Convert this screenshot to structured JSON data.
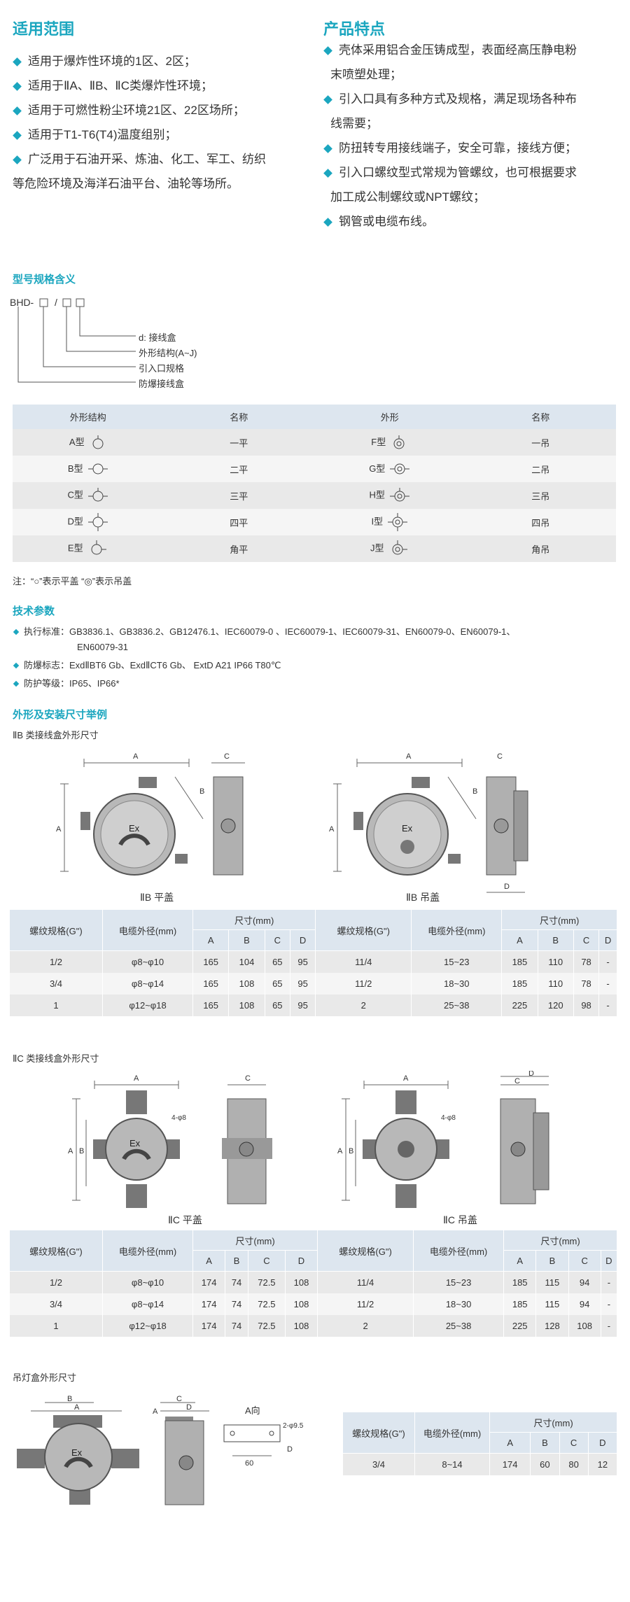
{
  "scope": {
    "title": "适用范围",
    "items": [
      "适用于爆炸性环境的1区、2区；",
      "适用于ⅡA、ⅡB、ⅡC类爆炸性环境；",
      "适用于可燃性粉尘环境21区、22区场所；",
      "适用于T1-T6(T4)温度组别；",
      "广泛用于石油开采、炼油、化工、军工、纺织",
      "等危险环境及海洋石油平台、油轮等场所。"
    ]
  },
  "features": {
    "title": "产品特点",
    "items": [
      "壳体采用铝合金压铸成型，表面经高压静电粉",
      "末喷塑处理；",
      "引入口具有多种方式及规格，满足现场各种布",
      "线需要；",
      "防扭转专用接线端子，安全可靠，接线方便；",
      "引入口螺纹型式常规为管螺纹，也可根据要求",
      "加工成公制螺纹或NPT螺纹；",
      "钢管或电缆布线。"
    ]
  },
  "model": {
    "title": "型号规格含义",
    "code_prefix": "BHD-",
    "code_sep": "/",
    "labels": [
      "d: 接线盒",
      "外形结构(A~J)",
      "引入口规格",
      "防爆接线盒"
    ]
  },
  "type_table": {
    "headers": [
      "外形结构",
      "名称",
      "外形",
      "名称"
    ],
    "rows": [
      [
        "A型",
        "一平",
        "F型",
        "一吊"
      ],
      [
        "B型",
        "二平",
        "G型",
        "二吊"
      ],
      [
        "C型",
        "三平",
        "H型",
        "三吊"
      ],
      [
        "D型",
        "四平",
        "I型",
        "四吊"
      ],
      [
        "E型",
        "角平",
        "J型",
        "角吊"
      ]
    ],
    "note": "注：“○”表示平盖 “◎”表示吊盖"
  },
  "tech": {
    "title": "技术参数",
    "items": [
      "执行标准：GB3836.1、GB3836.2、GB12476.1、IEC60079-0 、IEC60079-1、IEC60079-31、EN60079-0、EN60079-1、",
      "EN60079-31",
      "防爆标志：ExdⅡBT6 Gb、ExdⅡCT6 Gb、 ExtD A21 IP66 T80℃",
      "防护等级：IP65、IP66*"
    ]
  },
  "install": {
    "title": "外形及安装尺寸举例",
    "iib_title": "ⅡB 类接线盒外形尺寸",
    "iib_caption_left": "ⅡB 平盖",
    "iib_caption_right": "ⅡB 吊盖",
    "iic_title": "ⅡC 类接线盒外形尺寸",
    "iic_caption_left": "ⅡC 平盖",
    "iic_caption_right": "ⅡC 吊盖",
    "lamp_title": "吊灯盒外形尺寸",
    "a_view": "A向",
    "drawing_text": {
      "A": "A",
      "B": "B",
      "C": "C",
      "D": "D",
      "Ex": "Ex",
      "hole": "4-φ8",
      "hole2": "2-φ9.5",
      "sixty": "60"
    }
  },
  "dim_header": {
    "thread": "螺纹规格(G\")",
    "cable": "电缆外径(mm)",
    "size": "尺寸(mm)",
    "cols": [
      "A",
      "B",
      "C",
      "D"
    ]
  },
  "iib_table": {
    "left": [
      [
        "1/2",
        "φ8~φ10",
        "165",
        "104",
        "65",
        "95"
      ],
      [
        "3/4",
        "φ8~φ14",
        "165",
        "108",
        "65",
        "95"
      ],
      [
        "1",
        "φ12~φ18",
        "165",
        "108",
        "65",
        "95"
      ]
    ],
    "right": [
      [
        "11/4",
        "15~23",
        "185",
        "110",
        "78",
        "-"
      ],
      [
        "11/2",
        "18~30",
        "185",
        "110",
        "78",
        "-"
      ],
      [
        "2",
        "25~38",
        "225",
        "120",
        "98",
        "-"
      ]
    ]
  },
  "iic_table": {
    "left": [
      [
        "1/2",
        "φ8~φ10",
        "174",
        "74",
        "72.5",
        "108"
      ],
      [
        "3/4",
        "φ8~φ14",
        "174",
        "74",
        "72.5",
        "108"
      ],
      [
        "1",
        "φ12~φ18",
        "174",
        "74",
        "72.5",
        "108"
      ]
    ],
    "right": [
      [
        "11/4",
        "15~23",
        "185",
        "115",
        "94",
        "-"
      ],
      [
        "11/2",
        "18~30",
        "185",
        "115",
        "94",
        "-"
      ],
      [
        "2",
        "25~38",
        "225",
        "128",
        "108",
        "-"
      ]
    ]
  },
  "lamp_table": {
    "rows": [
      [
        "3/4",
        "8~14",
        "174",
        "60",
        "80",
        "12"
      ]
    ]
  }
}
